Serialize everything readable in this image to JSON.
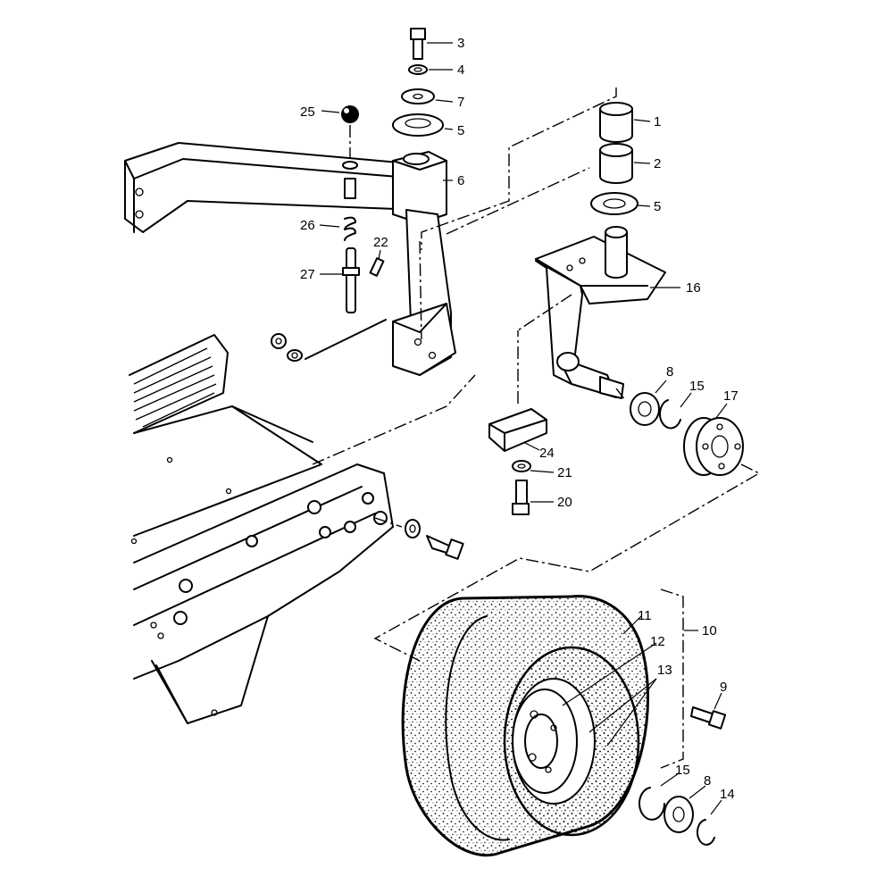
{
  "callouts": [
    {
      "id": "c3",
      "text": "3"
    },
    {
      "id": "c4",
      "text": "4"
    },
    {
      "id": "c7",
      "text": "7"
    },
    {
      "id": "c5a",
      "text": "5"
    },
    {
      "id": "c25",
      "text": "25"
    },
    {
      "id": "c6",
      "text": "6"
    },
    {
      "id": "c1",
      "text": "1"
    },
    {
      "id": "c2",
      "text": "2"
    },
    {
      "id": "c5b",
      "text": "5"
    },
    {
      "id": "c26",
      "text": "26"
    },
    {
      "id": "c22",
      "text": "22"
    },
    {
      "id": "c27",
      "text": "27"
    },
    {
      "id": "c16",
      "text": "16"
    },
    {
      "id": "c8a",
      "text": "8"
    },
    {
      "id": "c15a",
      "text": "15"
    },
    {
      "id": "c17",
      "text": "17"
    },
    {
      "id": "c24",
      "text": "24"
    },
    {
      "id": "c21",
      "text": "21"
    },
    {
      "id": "c20",
      "text": "20"
    },
    {
      "id": "c11",
      "text": "11"
    },
    {
      "id": "c10",
      "text": "10"
    },
    {
      "id": "c12",
      "text": "12"
    },
    {
      "id": "c13",
      "text": "13"
    },
    {
      "id": "c9",
      "text": "9"
    },
    {
      "id": "c15b",
      "text": "15"
    },
    {
      "id": "c8b",
      "text": "8"
    },
    {
      "id": "c14",
      "text": "14"
    }
  ]
}
